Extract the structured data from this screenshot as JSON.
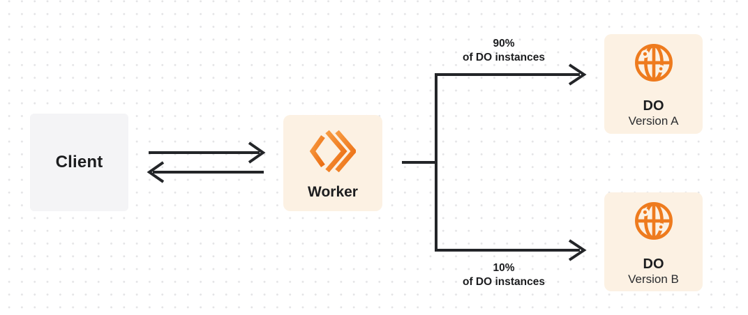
{
  "diagram": {
    "kind": "architecture-flow",
    "background": {
      "color": "#ffffff",
      "dot_grid_color": "#e3e3e5"
    }
  },
  "nodes": {
    "client": {
      "label": "Client",
      "bg": "#f4f4f6"
    },
    "worker": {
      "label": "Worker",
      "bg": "#fcf1e3",
      "icon": "cloudflare-workers-icon"
    },
    "do_version_a": {
      "title": "DO",
      "subtitle": "Version A",
      "bg": "#fcf1e3",
      "icon": "durable-object-globe-icon"
    },
    "do_version_b": {
      "title": "DO",
      "subtitle": "Version B",
      "bg": "#fcf1e3",
      "icon": "durable-object-globe-icon"
    }
  },
  "labels": {
    "top_branch": {
      "line1": "90%",
      "line2": "of DO instances"
    },
    "bottom_branch": {
      "line1": "10%",
      "line2": "of DO instances"
    }
  },
  "edges": {
    "client_to_worker": "request",
    "worker_to_client": "response",
    "worker_split_top": "90% of DO instances to DO Version A",
    "worker_split_bottom": "10% of DO instances to DO Version B"
  },
  "colors": {
    "orange_accent": "#f28020",
    "orange_gradient_start": "#f79b42",
    "orange_gradient_end": "#eb6c11",
    "globe_orange": "#ee7b1e",
    "arrow": "#232528",
    "text": "#1c1d1f",
    "client_bg": "#f4f4f6",
    "cream_bg": "#fcf1e3"
  }
}
